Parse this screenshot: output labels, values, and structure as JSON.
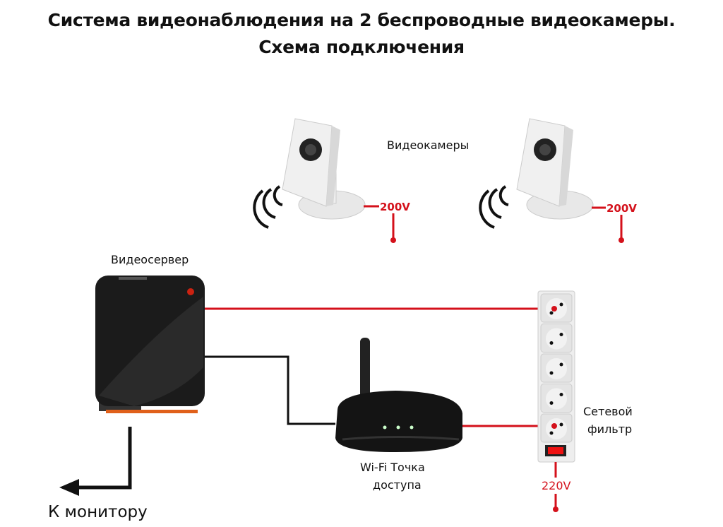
{
  "title": {
    "line1": "Система видеонаблюдения на 2 беспроводные видеокамеры.",
    "line2": "Схема подключения"
  },
  "labels": {
    "cameras": "Видеокамеры",
    "camera1_voltage": "200V",
    "camera2_voltage": "200V",
    "server": "Видеосервер",
    "router_line1": "Wi-Fi Точка",
    "router_line2": "доступа",
    "filter_line1": "Сетевой",
    "filter_line2": "фильтр",
    "mains_voltage": "220V",
    "monitor": "К монитору"
  },
  "colors": {
    "power_line": "#d4111b",
    "data_line": "#111111"
  }
}
